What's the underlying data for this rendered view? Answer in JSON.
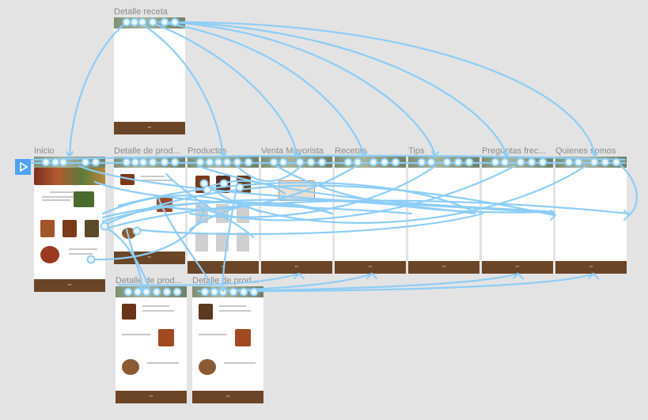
{
  "boards": {
    "detalle_receta": "Detalle receta",
    "inicio": "Inicio",
    "detalle_producto_1": "Detalle de prod...",
    "productos": "Productos",
    "venta_mayorista": "Venta Mayorista",
    "recetas": "Recetas",
    "tips": "Tips",
    "preguntas_frecuentes": "Preguntas frec...",
    "quienes_somos": "Quienes somos",
    "detalle_producto_2": "Detalle de prod...",
    "detalle_producto_3": "Detalle de prod..."
  },
  "start_flow_icon": "play-icon",
  "colors": {
    "canvas": "#e3e3e3",
    "wire": "#8dcdf6",
    "footer": "#6b4528",
    "start": "#4fa3f7"
  }
}
